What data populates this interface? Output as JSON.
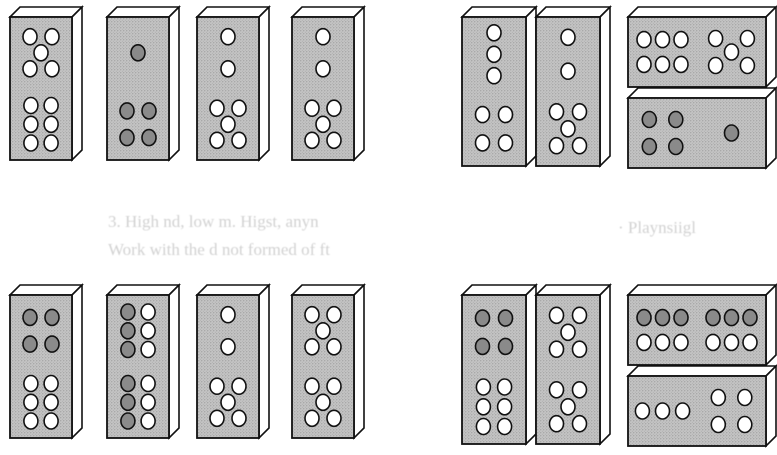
{
  "background_color": "#ffffff",
  "tile_face_color": "#c4c4c4",
  "tile_side_color": "#ffffff",
  "pip_white_color": "#ffffff",
  "pip_dark_color": "#8a8a8a",
  "outline_color": "#111111",
  "bleed_text": {
    "line1": "3. High nd, low m. Higst, anyn",
    "line2": "Work with the d not formed of ft",
    "line3": "· Playnsiigl"
  },
  "puzzles": [
    {
      "name": "puzzle-top",
      "singles": [
        {
          "top": {
            "count": 5,
            "tone": "white"
          },
          "bottom": {
            "count": 6,
            "tone": "white"
          }
        },
        {
          "top": {
            "count": 1,
            "tone": "dark"
          },
          "bottom": {
            "count": 4,
            "tone": "dark"
          }
        },
        {
          "top": {
            "count": 2,
            "tone": "white"
          },
          "bottom": {
            "count": 5,
            "tone": "white"
          }
        },
        {
          "top": {
            "count": 2,
            "tone": "white"
          },
          "bottom": {
            "count": 5,
            "tone": "white"
          }
        }
      ],
      "pair": [
        {
          "top": {
            "count": 3,
            "tone": "white"
          },
          "bottom": {
            "count": 4,
            "tone": "white"
          }
        },
        {
          "top": {
            "count": 2,
            "tone": "white"
          },
          "bottom": {
            "count": 5,
            "tone": "white"
          }
        }
      ],
      "stack": [
        {
          "left": {
            "count": 6,
            "tone": "white"
          },
          "right": {
            "count": 5,
            "tone": "white"
          }
        },
        {
          "left": {
            "count": 4,
            "tone": "dark"
          },
          "right": {
            "count": 1,
            "tone": "dark"
          }
        }
      ]
    },
    {
      "name": "puzzle-bottom",
      "singles": [
        {
          "top": {
            "count": 4,
            "tone": "dark"
          },
          "bottom": {
            "count": 6,
            "tone": "white"
          }
        },
        {
          "top": {
            "count": 6,
            "tone": "mixed"
          },
          "bottom": {
            "count": 6,
            "tone": "mixed"
          }
        },
        {
          "top": {
            "count": 2,
            "tone": "white"
          },
          "bottom": {
            "count": 5,
            "tone": "white"
          }
        },
        {
          "top": {
            "count": 5,
            "tone": "white"
          },
          "bottom": {
            "count": 5,
            "tone": "white"
          }
        }
      ],
      "pair": [
        {
          "top": {
            "count": 4,
            "tone": "dark"
          },
          "bottom": {
            "count": 6,
            "tone": "white"
          }
        },
        {
          "top": {
            "count": 5,
            "tone": "white"
          },
          "bottom": {
            "count": 5,
            "tone": "white"
          }
        }
      ],
      "stack": [
        {
          "left": {
            "count": 6,
            "tone": "mixed"
          },
          "right": {
            "count": 6,
            "tone": "mixed"
          }
        },
        {
          "left": {
            "count": 3,
            "tone": "white"
          },
          "right": {
            "count": 4,
            "tone": "white"
          }
        }
      ]
    }
  ]
}
